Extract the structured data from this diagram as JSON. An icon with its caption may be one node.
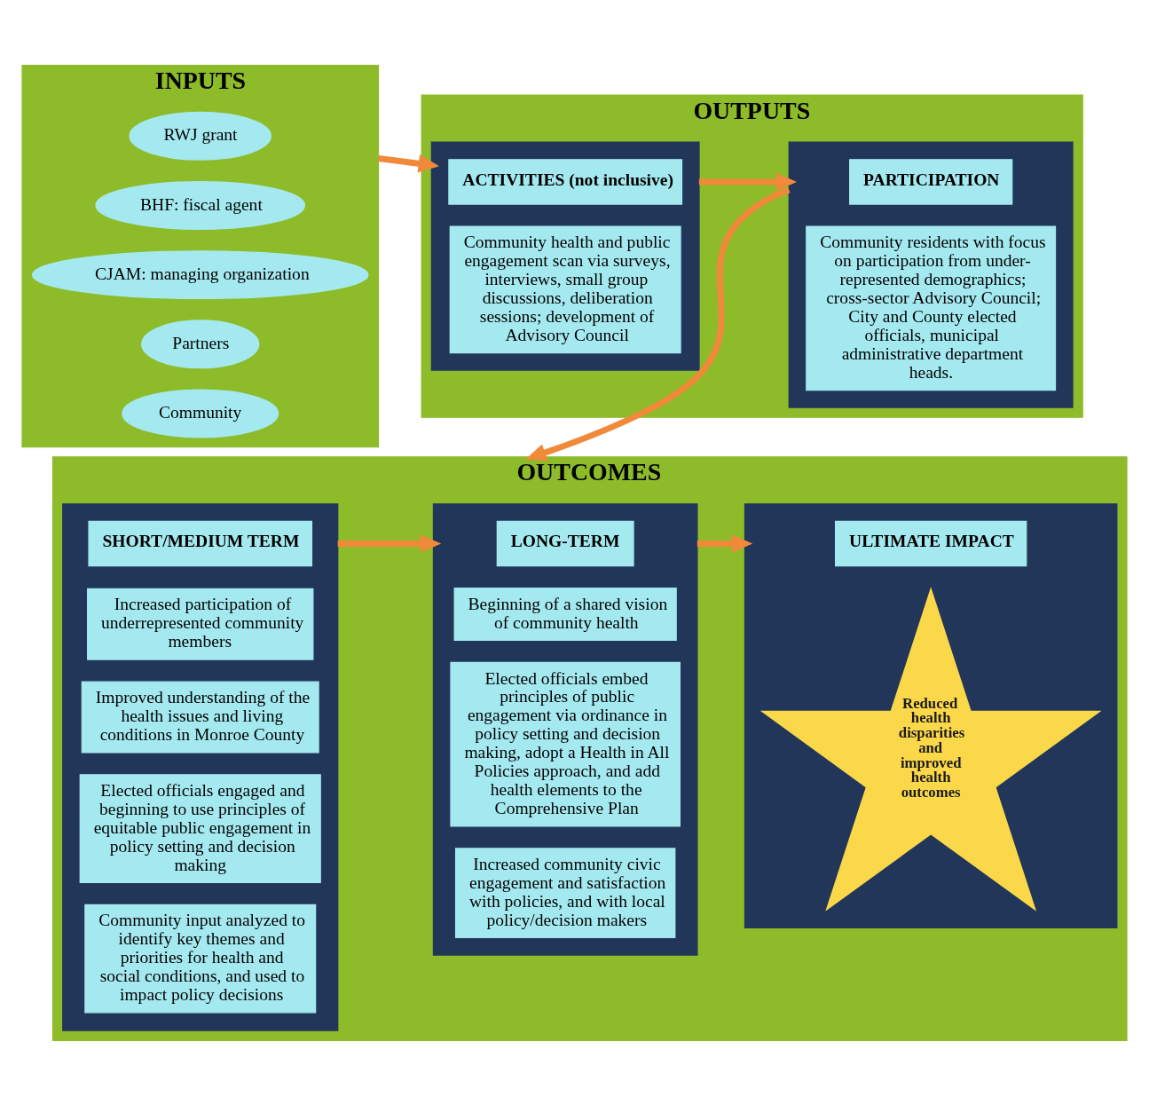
{
  "diagram": {
    "nodes": [
      {
        "text": [
          "INPUTS"
        ]
      },
      {
        "text": [
          "RWJ grant"
        ],
        "in": 0
      },
      {
        "text": [
          "BHF: fiscal agent"
        ],
        "in": 0
      },
      {
        "text": [
          "CJAM: managing organization"
        ],
        "in": 0
      },
      {
        "text": [
          "Partners"
        ],
        "in": 0
      },
      {
        "text": [
          "Community"
        ],
        "in": 0
      },
      {
        "text": [
          "OUTPUTS"
        ]
      },
      {
        "text": [],
        "shape": "box",
        "in": 6
      },
      {
        "text": [
          "ACTIVITIES (not inclusive)"
        ],
        "in": 7
      },
      {
        "text": [
          "Community health and public engagement scan via surveys, interviews, small group discussions, deliberation sessions; development of Advisory Council"
        ],
        "in": 7
      },
      {
        "text": [],
        "shape": "box",
        "in": 6
      },
      {
        "text": [
          "PARTICIPATION"
        ],
        "in": 10
      },
      {
        "text": [
          "Community residents with focus on participation from under-represented demographics; cross-sector Advisory Council; City and County elected officials, municipal administrative department heads."
        ],
        "in": 10
      },
      {
        "text": [
          "OUTCOMES"
        ]
      },
      {
        "text": [],
        "shape": "box",
        "in": 13
      },
      {
        "text": [
          "SHORT/MEDIUM TERM"
        ],
        "in": 14
      },
      {
        "text": [
          "Increased participation of underrepresented community members"
        ],
        "in": 14
      },
      {
        "text": [
          "Improved understanding of the health issues and living conditions in Monroe County"
        ],
        "in": 14
      },
      {
        "text": [
          "Elected officials engaged and beginning to use principles of equitable public engagement in policy setting and decision making"
        ],
        "in": 14
      },
      {
        "text": [
          "Community input analyzed to identify key themes and priorities for health and social conditions, and used to impact policy decisions"
        ],
        "in": 14
      },
      {
        "text": [],
        "shape": "box",
        "in": 13
      },
      {
        "text": [
          "LONG-TERM"
        ],
        "in": 20
      },
      {
        "text": [
          "Beginning of a shared vision of community health"
        ],
        "in": 20
      },
      {
        "text": [
          "Elected officials embed principles of public engagement via ordinance in policy setting and decision making, adopt a Health in All Policies approach, and add health elements to the Comprehensive Plan"
        ],
        "in": 20
      },
      {
        "text": [
          "Increased community civic engagement and satisfaction with policies, and with local policy/decision makers"
        ],
        "in": 20
      },
      {
        "text": [],
        "shape": "box",
        "in": 13
      },
      {
        "text": [
          "ULTIMATE IMPACT"
        ],
        "in": 25
      },
      {
        "text": [
          "Reduced health disparities and improved health outcomes"
        ],
        "in": 25
      }
    ],
    "edges": [
      {
        "from": 0,
        "to": 7,
        "arrow": "to"
      },
      {
        "from": 7,
        "to": 10,
        "arrow": "to"
      },
      {
        "from": 10,
        "to": 13,
        "arrow": "to"
      },
      {
        "from": 14,
        "to": 20,
        "arrow": "to"
      },
      {
        "from": 20,
        "to": 25,
        "arrow": "to"
      }
    ]
  }
}
